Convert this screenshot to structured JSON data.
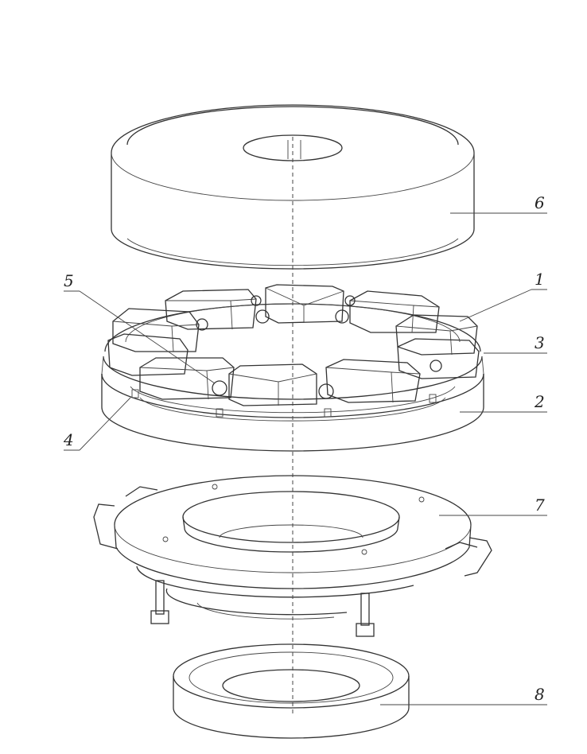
{
  "diagram": {
    "type": "exploded-assembly-drawing",
    "callouts": [
      "1",
      "2",
      "3",
      "4",
      "5",
      "6",
      "7",
      "8"
    ],
    "parts": {
      "p6": "top-cover-disc",
      "p1": "segment-pads",
      "p2": "carrier-ring",
      "p3": "retaining-rim",
      "p4": "pad-pin",
      "p5": "ball-support",
      "p7": "flanged-housing",
      "p8": "bottom-ring"
    },
    "style": {
      "line_color": "#333333",
      "background": "#ffffff"
    }
  }
}
